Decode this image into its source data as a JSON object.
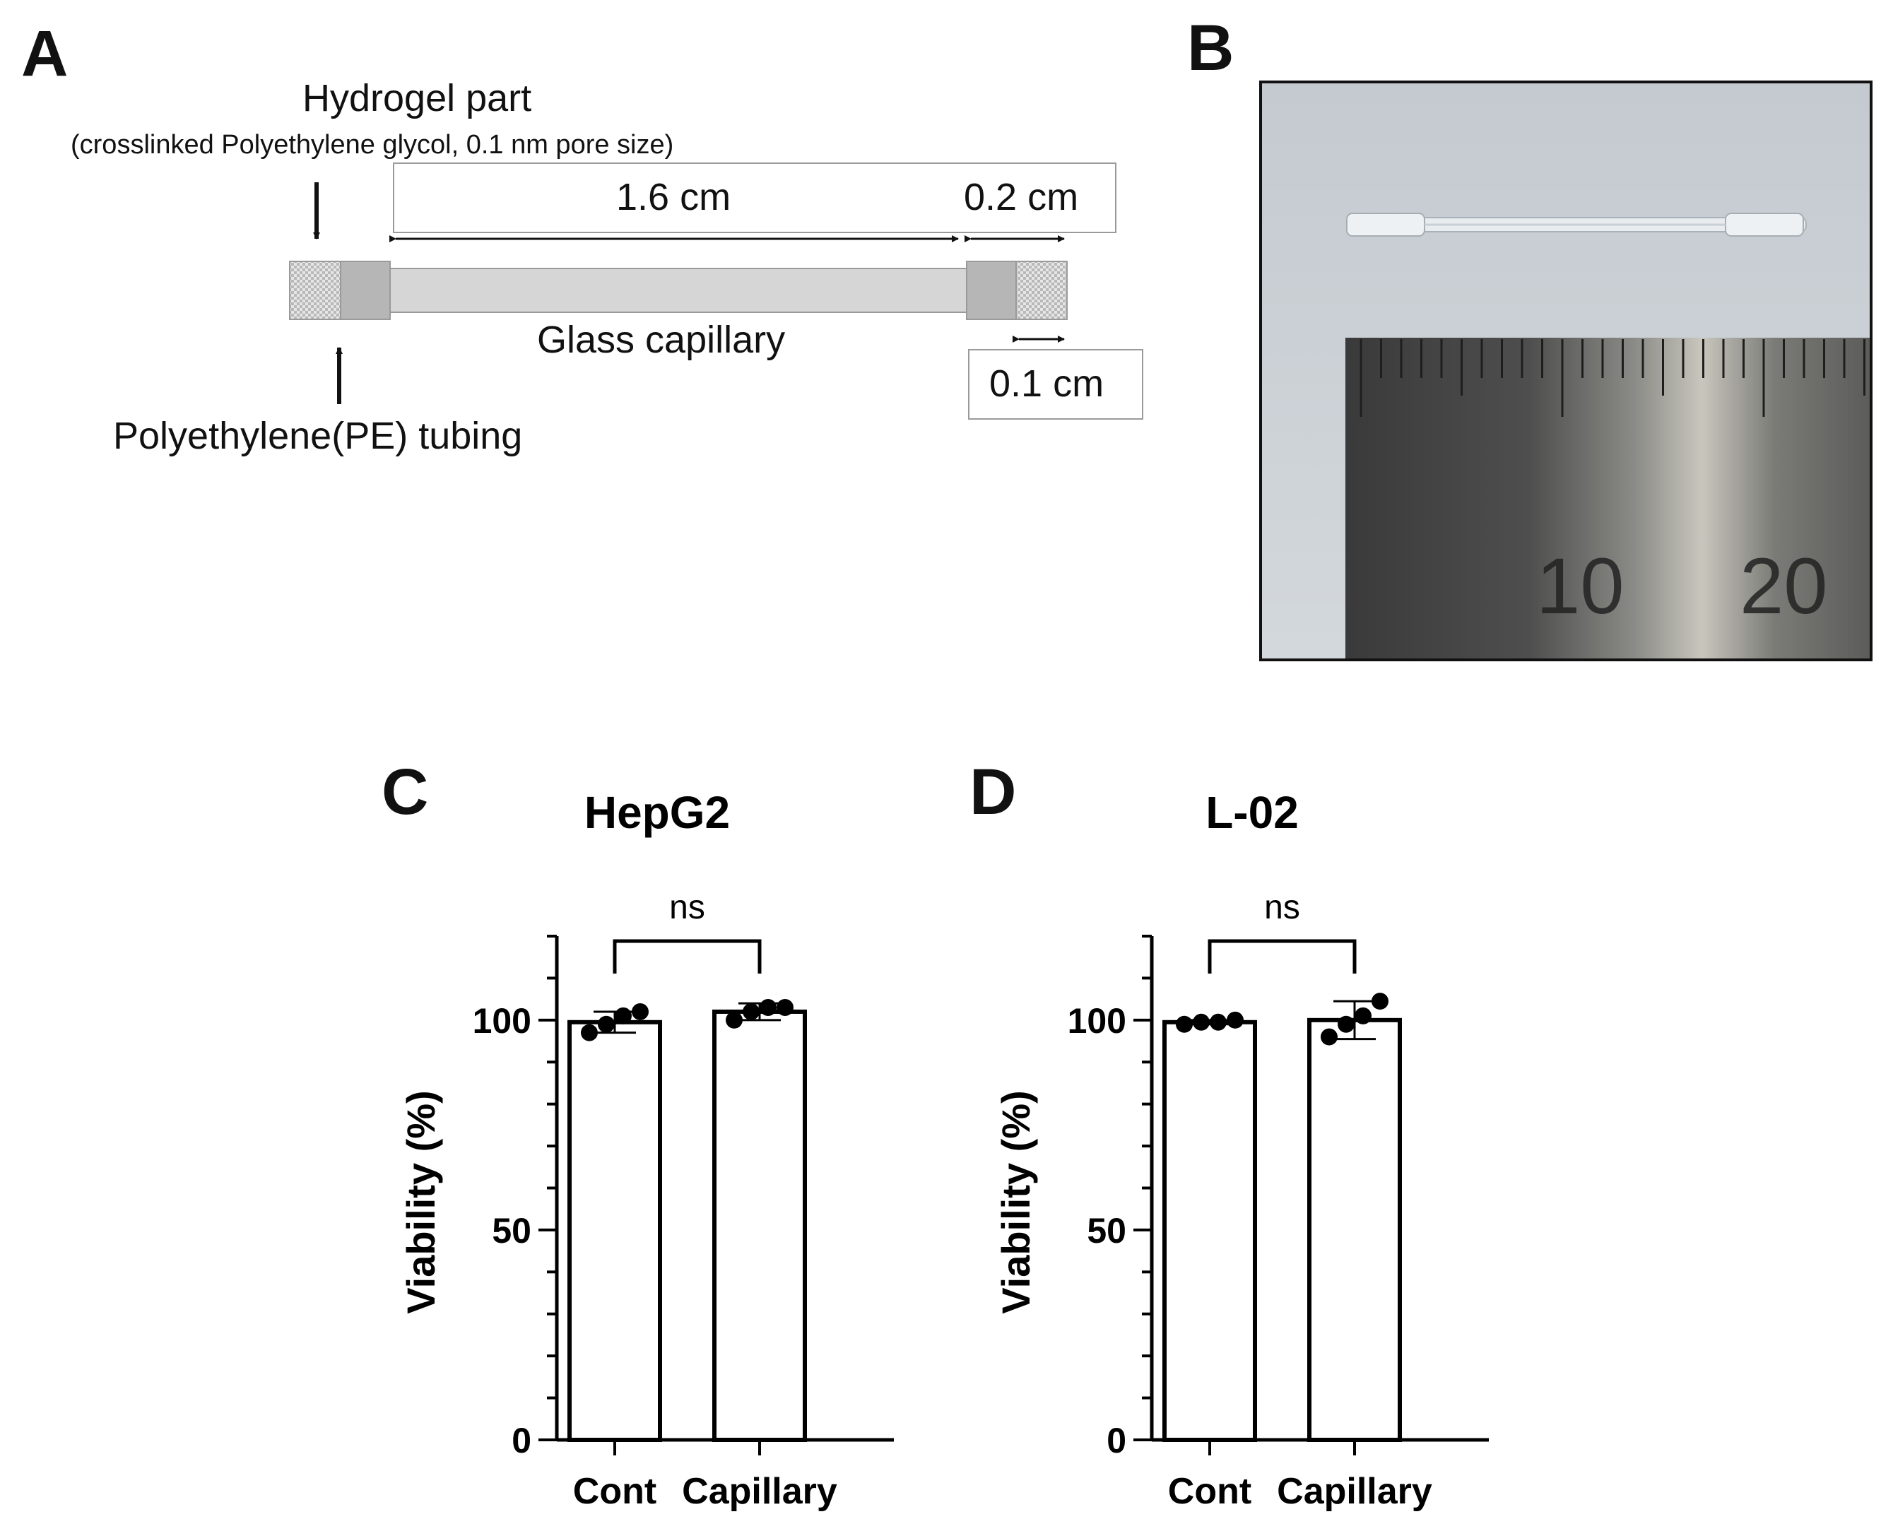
{
  "panels": {
    "a": "A",
    "b": "B",
    "c": "C",
    "d": "D"
  },
  "diagram": {
    "hydrogel_title": "Hydrogel part",
    "hydrogel_subtitle": "(crosslinked Polyethylene glycol, 0.1 nm pore size)",
    "dim_main": "1.6 cm",
    "dim_end": "0.2 cm",
    "dim_gel": "0.1 cm",
    "capillary_label": "Glass capillary",
    "tubing_label": "Polyethylene(PE) tubing"
  },
  "photo": {
    "ruler_marks": [
      "10",
      "20"
    ]
  },
  "chart_data": [
    {
      "type": "bar",
      "title": "HepG2",
      "ylabel": "Viability (%)",
      "categories": [
        "Cont",
        "Capillary"
      ],
      "values": [
        99.5,
        102
      ],
      "errors": [
        2.5,
        2.0
      ],
      "points": [
        [
          97,
          99,
          101,
          102
        ],
        [
          100,
          102,
          103,
          103
        ]
      ],
      "ylim": [
        0,
        120
      ],
      "yticks": [
        0,
        50,
        100
      ],
      "significance": "ns",
      "bar_fill": "#ffffff",
      "color": "#000000"
    },
    {
      "type": "bar",
      "title": "L-02",
      "ylabel": "Viability (%)",
      "categories": [
        "Cont",
        "Capillary"
      ],
      "values": [
        99.5,
        100
      ],
      "errors": [
        0.5,
        4.5
      ],
      "points": [
        [
          99,
          99.5,
          99.5,
          100
        ],
        [
          96,
          99,
          101,
          104.5
        ]
      ],
      "ylim": [
        0,
        120
      ],
      "yticks": [
        0,
        50,
        100
      ],
      "significance": "ns",
      "bar_fill": "#ffffff",
      "color": "#000000"
    }
  ]
}
